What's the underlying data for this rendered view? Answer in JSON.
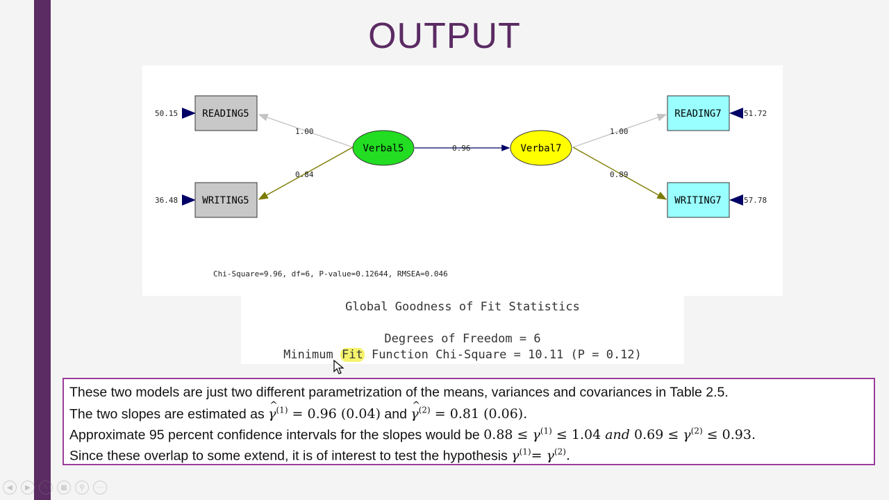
{
  "slide": {
    "title": "OUTPUT"
  },
  "diagram": {
    "observed": [
      {
        "name": "READING5",
        "error": "50.15"
      },
      {
        "name": "WRITING5",
        "error": "36.48"
      },
      {
        "name": "READING7",
        "error": "51.72"
      },
      {
        "name": "WRITING7",
        "error": "57.78"
      }
    ],
    "latent": [
      {
        "name": "Verbal5",
        "color": "#22dd22"
      },
      {
        "name": "Verbal7",
        "color": "#ffff00"
      }
    ],
    "paths": {
      "v5_reading5": "1.00",
      "v5_writing5": "0.84",
      "v5_v7": "0.96",
      "v7_reading7": "1.00",
      "v7_writing7": "0.89"
    },
    "fit_line": "Chi-Square=9.96, df=6, P-value=0.12644, RMSEA=0.046",
    "colors": {
      "grey_box": "#c8c8c8",
      "cyan_box": "#99ffff"
    }
  },
  "fit_stats": {
    "heading": "Global Goodness of Fit Statistics",
    "dof": "Degrees of Freedom = 6",
    "mfc_pre": "Minimum ",
    "mfc_hl": "Fit",
    "mfc_post": " Function Chi-Square = 10.11 (P = 0.12)"
  },
  "notes": {
    "line1": "These two models are just two different parametrization of the means, variances and covariances in Table 2.5.",
    "line2_a": "The two slopes are estimated as ",
    "line2_m1": "= 0.96 (0.04)",
    "line2_b": " and ",
    "line2_m2": "= 0.81 (0.06).",
    "line3_a": "Approximate 95 percent confidence intervals for the slopes would be ",
    "line3_m1": "0.88 ≤ ",
    "line3_m2": " ≤ 1.04 ",
    "line3_and": "and",
    "line3_m3": " 0.69 ≤ ",
    "line3_m4": " ≤ 0.93.",
    "line4_a": "Since these overlap to some extend, it is of interest to test the hypothesis ",
    "line4_eq": "= ",
    "line4_end": "."
  }
}
